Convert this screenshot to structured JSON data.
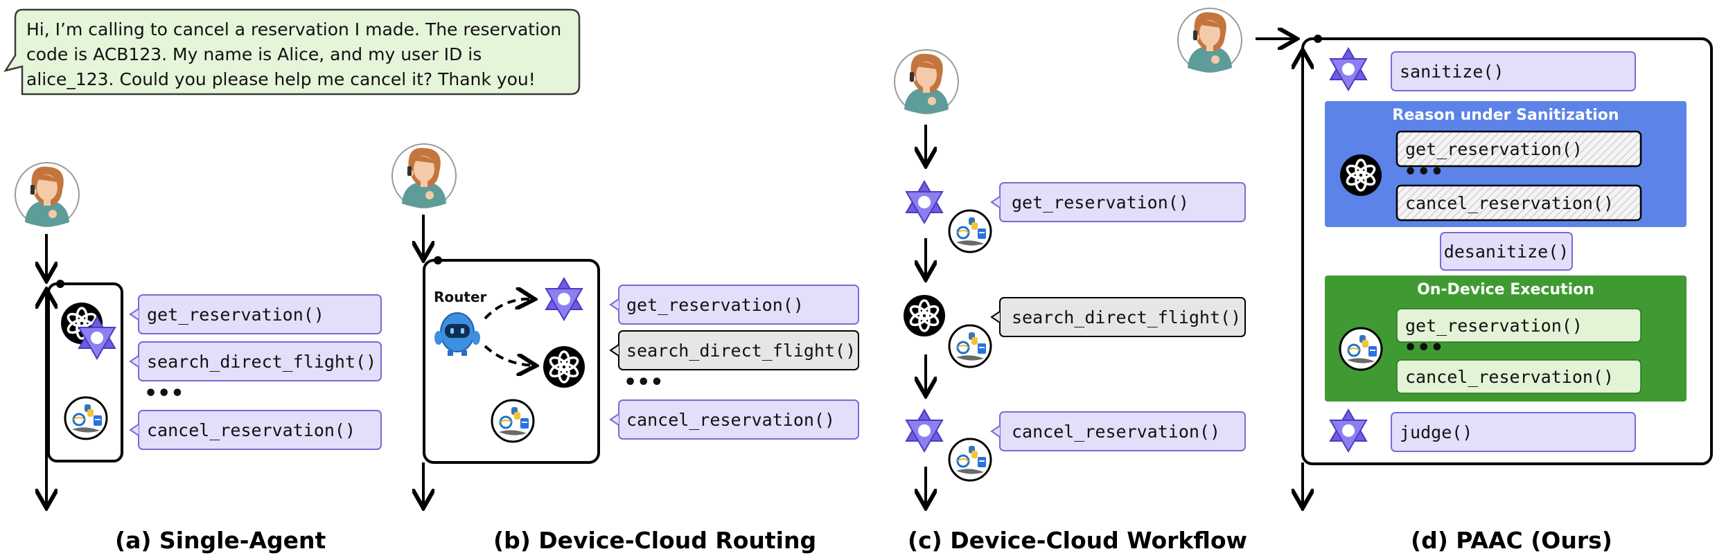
{
  "speech": {
    "lines": [
      "Hi, I’m calling to cancel a reservation I made. The reservation",
      "code is ACB123. My name is Alice, and my user ID is",
      "alice_123. Could you please help me cancel it? Thank you!"
    ]
  },
  "panels": {
    "a": {
      "caption": "(a) Single-Agent",
      "calls": [
        "get_reservation()",
        "search_direct_flight()",
        "•••",
        "cancel_reservation()"
      ]
    },
    "b": {
      "caption": "(b) Device-Cloud Routing",
      "router_label": "Router",
      "calls": [
        "get_reservation()",
        "search_direct_flight()",
        "•••",
        "cancel_reservation()"
      ]
    },
    "c": {
      "caption": "(c) Device-Cloud Workflow",
      "calls": [
        "get_reservation()",
        "search_direct_flight()",
        "cancel_reservation()"
      ]
    },
    "d": {
      "caption": "(d) PAAC (Ours)",
      "sanitize": "sanitize()",
      "reason_title": "Reason under Sanitization",
      "reason_calls": [
        "get_reservation()",
        "•••",
        "cancel_reservation()"
      ],
      "desanitize": "desanitize()",
      "exec_title": "On-Device Execution",
      "exec_calls": [
        "get_reservation()",
        "•••",
        "cancel_reservation()"
      ],
      "judge": "judge()"
    }
  },
  "colors": {
    "local_fill": "#E4DEFA",
    "local_stroke": "#7B68D8",
    "cloud_fill": "#E6E6E6",
    "speech_fill": "#E5F5DA",
    "reason_panel": "#5B83E8",
    "exec_panel": "#3F9A32",
    "exec_box": "#E2F3D6"
  },
  "icons": [
    "user-avatar-icon",
    "local-model-icon",
    "cloud-model-icon",
    "tools-icon",
    "router-robot-icon"
  ]
}
